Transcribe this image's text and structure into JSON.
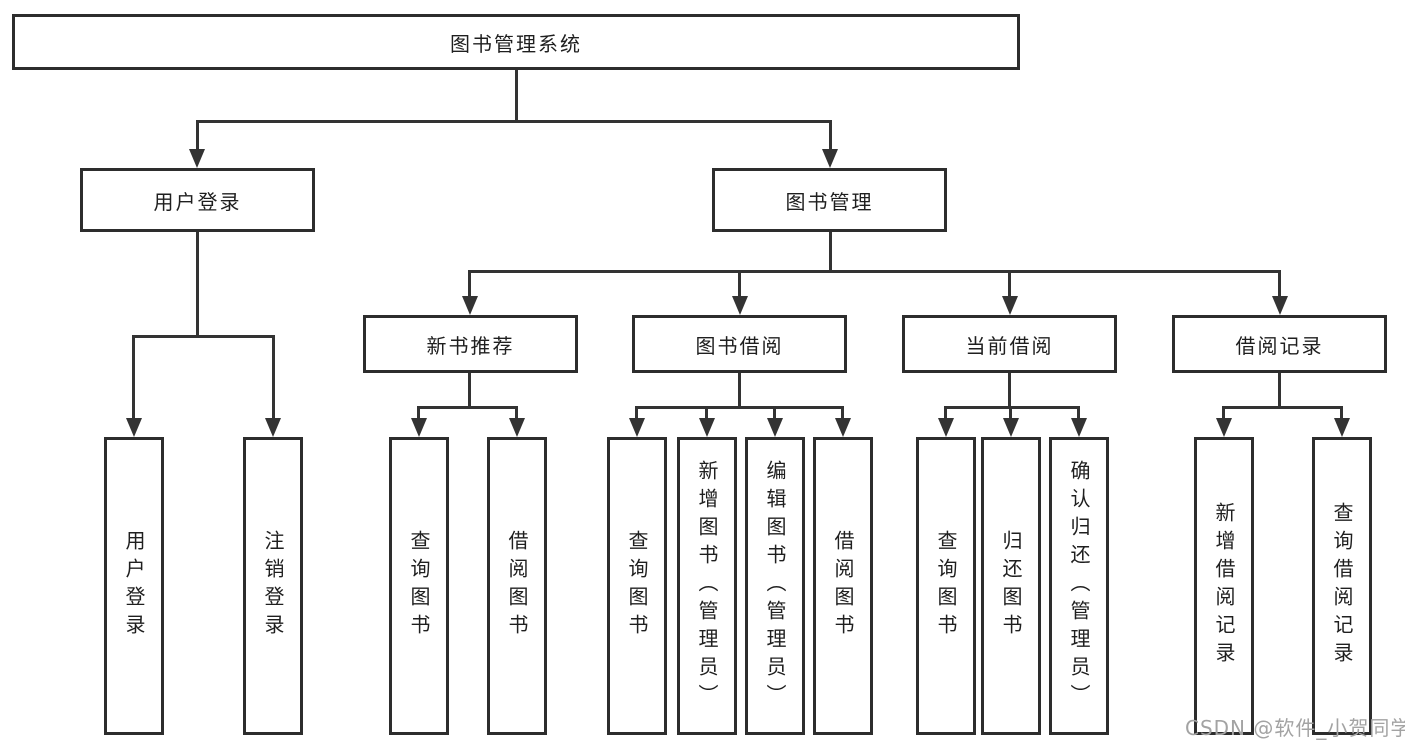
{
  "diagram": {
    "root": {
      "label": "图书管理系统"
    },
    "level2": [
      {
        "label": "用户登录",
        "children": [
          {
            "label": "用户登录"
          },
          {
            "label": "注销登录"
          }
        ]
      },
      {
        "label": "图书管理",
        "children": [
          {
            "label": "新书推荐",
            "children": [
              {
                "label": "查询图书"
              },
              {
                "label": "借阅图书"
              }
            ]
          },
          {
            "label": "图书借阅",
            "children": [
              {
                "label": "查询图书"
              },
              {
                "label": "新增图书（管理员）"
              },
              {
                "label": "编辑图书（管理员）"
              },
              {
                "label": "借阅图书"
              }
            ]
          },
          {
            "label": "当前借阅",
            "children": [
              {
                "label": "查询图书"
              },
              {
                "label": "归还图书"
              },
              {
                "label": "确认归还（管理员）"
              }
            ]
          },
          {
            "label": "借阅记录",
            "children": [
              {
                "label": "新增借阅记录"
              },
              {
                "label": "查询借阅记录"
              }
            ]
          }
        ]
      }
    ]
  },
  "watermark": {
    "text": "CSDN @软件_小贺同学"
  },
  "colors": {
    "line": "#333333",
    "box_border": "#2d2d2d",
    "box_fill": "#ffffff",
    "text": "#1f1f1f",
    "watermark": "#a3a3a3",
    "background": "#ffffff"
  }
}
